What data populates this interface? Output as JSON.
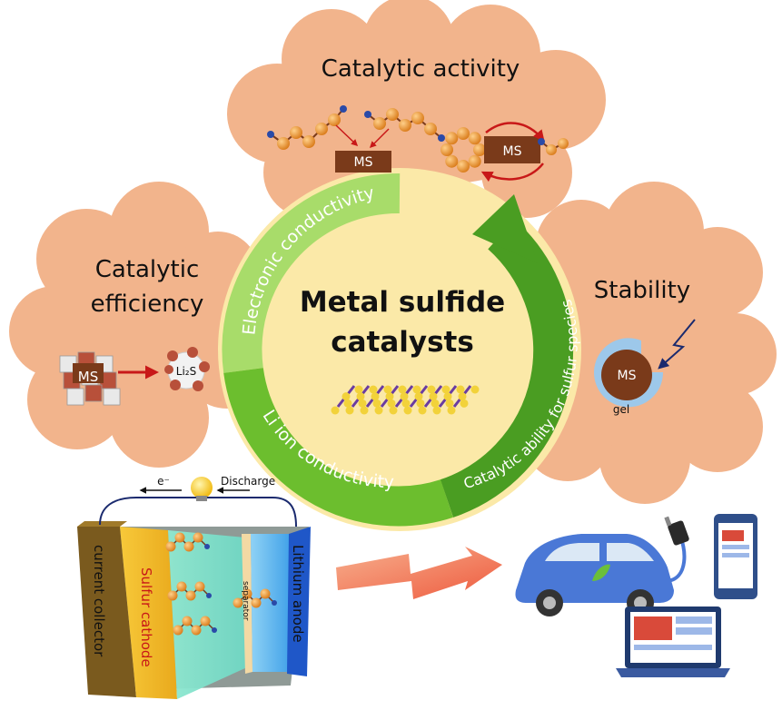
{
  "center": {
    "line1": "Metal sulfide",
    "line2": "catalysts"
  },
  "clouds": {
    "top": {
      "title": "Catalytic activity",
      "label_left": "MS",
      "label_right": "MS"
    },
    "left": {
      "title_line1": "Catalytic",
      "title_line2": "efficiency",
      "label_ms": "MS",
      "label_li2s": "Li₂S"
    },
    "right": {
      "title": "Stability",
      "label_ms": "MS",
      "label_gel": "gel"
    }
  },
  "ring": {
    "segment_1": "Electronic conductivity",
    "segment_2": "Li ion conductivity",
    "segment_3": "Catalytic ability for sulfur species"
  },
  "battery": {
    "electron": "e⁻",
    "discharge": "Discharge",
    "current_collector": "current collector",
    "sulfur_cathode": "Sulfur cathode",
    "separator": "separator",
    "lithium_anode": "Lithium anode"
  },
  "colors": {
    "cloud": "#f2b48c",
    "ring_light": "#a8dc6a",
    "ring_mid": "#6cbe2e",
    "ring_dark": "#4a9d22",
    "halo": "#fbe9a8",
    "ms_block": "#7a3a1a",
    "sulfur_ball": "#e8962e"
  }
}
